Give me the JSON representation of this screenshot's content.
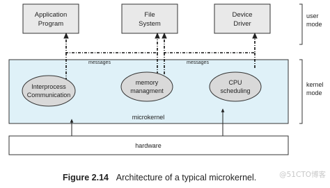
{
  "user_boxes": [
    {
      "line1": "Application",
      "line2": "Program"
    },
    {
      "line1": "File",
      "line2": "System"
    },
    {
      "line1": "Device",
      "line2": "Driver"
    }
  ],
  "messages": [
    "messages",
    "messages"
  ],
  "ovals": [
    {
      "line1": "Interprocess",
      "line2": "Communication"
    },
    {
      "line1": "memory",
      "line2": "managment"
    },
    {
      "line1": "CPU",
      "line2": "scheduling"
    }
  ],
  "kernel_label": "microkernel",
  "hardware_label": "hardware",
  "side": {
    "user_line1": "user",
    "user_line2": "mode",
    "kernel_line1": "kernel",
    "kernel_line2": "mode"
  },
  "caption": {
    "figure": "Figure 2.14",
    "text": "Architecture of a typical microkernel."
  },
  "watermark": "@51CTO博客",
  "colors": {
    "kernel_fill": "#dff1f8",
    "oval_fill": "#d9d9d9",
    "box_fill": "#e9e9e9",
    "line": "#333333"
  }
}
